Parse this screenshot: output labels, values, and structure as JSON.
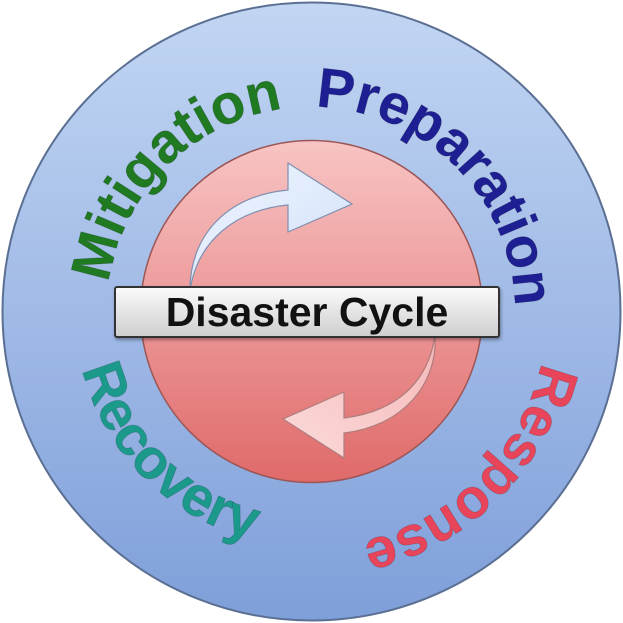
{
  "title": "Disaster Cycle",
  "phases": [
    {
      "label": "Mitigation",
      "color": "#1f7a22"
    },
    {
      "label": "Preparation",
      "color": "#1d1f93"
    },
    {
      "label": "Response",
      "color": "#e8455b"
    },
    {
      "label": "Recovery",
      "color": "#1b9a8c"
    }
  ],
  "colors": {
    "outer_ring_top": "#c2d6f3",
    "outer_ring_bottom": "#7f9fda",
    "inner_circle_top": "#f8c4c4",
    "inner_circle_bottom": "#e06a6a",
    "arrow_top": "#dce9fb",
    "arrow_bottom": "#f9cccc"
  }
}
